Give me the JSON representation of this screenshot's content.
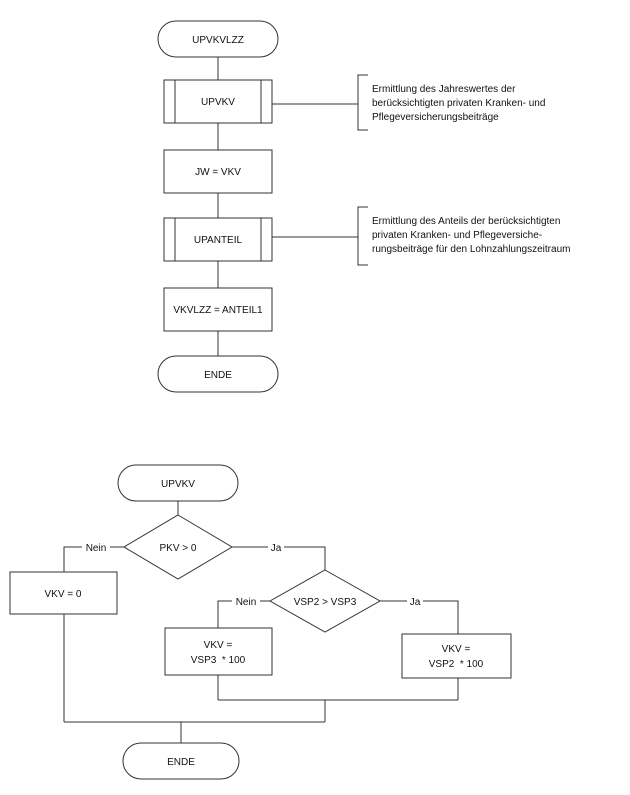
{
  "flow1": {
    "start": "UPVKVLZZ",
    "sub1": "UPVKV",
    "assign1": "JW = VKV",
    "sub2": "UPANTEIL",
    "assign2": "VKVLZZ = ANTEIL1",
    "end": "ENDE",
    "note1": [
      "Ermittlung des Jahreswertes der",
      "berücksichtigten privaten Kranken- und",
      "Pflegeversicherungsbeiträge"
    ],
    "note2": [
      "Ermittlung des Anteils der berücksichtigten",
      "privaten Kranken- und Pflegeversiche-",
      "rungsbeiträge für den Lohnzahlungszeitraum"
    ]
  },
  "flow2": {
    "start": "UPVKV",
    "decision1": "PKV > 0",
    "decision1_no": "Nein",
    "decision1_yes": "Ja",
    "box_no": "VKV = 0",
    "decision2": "VSP2 > VSP3",
    "decision2_no": "Nein",
    "decision2_yes": "Ja",
    "box_vsp3": [
      "VKV =",
      "VSP3  * 100"
    ],
    "box_vsp2": [
      "VKV =",
      "VSP2  * 100"
    ],
    "end": "ENDE"
  }
}
